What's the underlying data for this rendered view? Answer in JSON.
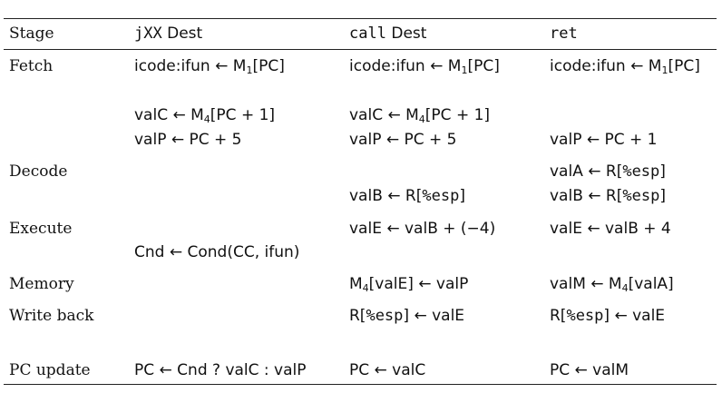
{
  "header": {
    "stage": "Stage",
    "jxx_code": "jXX",
    "jxx_dest": " Dest",
    "call_code": "call",
    "call_dest": " Dest",
    "ret_code": "ret"
  },
  "stages": {
    "fetch": "Fetch",
    "decode": "Decode",
    "execute": "Execute",
    "memory": "Memory",
    "writeback": "Write back",
    "pcupdate": "PC update"
  },
  "jxx": {
    "icode_pre": "icode:ifun ← M",
    "icode_sub": "1",
    "icode_post": "[PC]",
    "valc_pre": "valC ← M",
    "valc_sub": "4",
    "valc_post": "[PC + 1]",
    "valp": "valP ← PC + 5",
    "cnd": "Cnd ← Cond(CC, ifun)",
    "pc": "PC ← Cnd ? valC : valP"
  },
  "call": {
    "icode_pre": "icode:ifun ← M",
    "icode_sub": "1",
    "icode_post": "[PC]",
    "valc_pre": "valC ← M",
    "valc_sub": "4",
    "valc_post": "[PC + 1]",
    "valp": "valP ← PC + 5",
    "valb_pre": "valB ← R[",
    "valb_reg": "%esp",
    "valb_post": "]",
    "vale": "valE ← valB + (−4)",
    "mem_pre": "M",
    "mem_sub": "4",
    "mem_post": "[valE] ← valP",
    "wb_pre": "R[",
    "wb_reg": "%esp",
    "wb_post": "] ← valE",
    "pc": "PC ← valC"
  },
  "ret": {
    "icode_pre": "icode:ifun ← M",
    "icode_sub": "1",
    "icode_post": "[PC]",
    "valp": "valP ← PC + 1",
    "vala_pre": "valA ← R[",
    "vala_reg": "%esp",
    "vala_post": "]",
    "valb_pre": "valB ← R[",
    "valb_reg": "%esp",
    "valb_post": "]",
    "vale": "valE ← valB + 4",
    "mem_pre": "valM ← M",
    "mem_sub": "4",
    "mem_post": "[valA]",
    "wb_pre": "R[",
    "wb_reg": "%esp",
    "wb_post": "] ← valE",
    "pc": "PC ← valM"
  }
}
